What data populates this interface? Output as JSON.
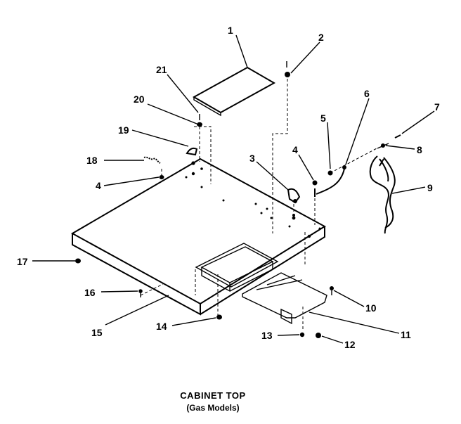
{
  "caption": {
    "title": "CABINET TOP",
    "subtitle": "(Gas Models)"
  },
  "callouts": [
    "1",
    "2",
    "3",
    "4",
    "4",
    "5",
    "6",
    "7",
    "8",
    "9",
    "10",
    "11",
    "12",
    "13",
    "14",
    "15",
    "16",
    "17",
    "18",
    "19",
    "20",
    "21"
  ]
}
